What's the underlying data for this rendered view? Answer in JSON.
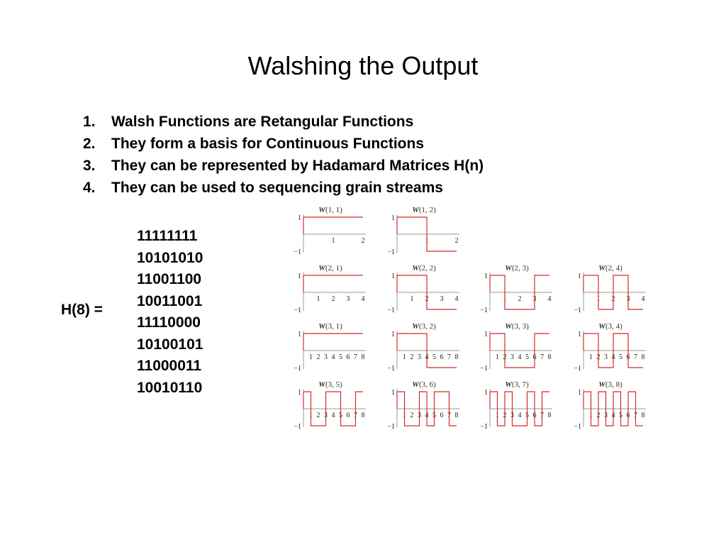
{
  "slide": {
    "title": "Walshing the Output",
    "points": [
      {
        "num": "1.",
        "text": "Walsh Functions are Retangular Functions"
      },
      {
        "num": "2.",
        "text": "They form a basis for Continuous Functions"
      },
      {
        "num": "3.",
        "text": "They can be represented by Hadamard Matrices  H(n)"
      },
      {
        "num": "4.",
        "text": "They can be used  to sequencing  grain streams"
      }
    ],
    "matrix_label": "H(8) =",
    "matrix_rows": [
      "11111111",
      "10101010",
      "11001100",
      "10011001",
      "11110000",
      "10100101",
      "11000011",
      "10010110"
    ]
  },
  "chart_data": {
    "type": "line",
    "colors": {
      "wave": "#d22b2b",
      "axis": "#9a9a9a"
    },
    "ylim": [
      -1,
      1
    ],
    "y_tick_labels": [
      "1",
      "−1"
    ],
    "plots": [
      {
        "row": 0,
        "col": 0,
        "title": "(1, 1)",
        "xmax": 2,
        "x_ticks": [
          "1",
          "2"
        ],
        "values": [
          1,
          1
        ]
      },
      {
        "row": 0,
        "col": 1,
        "title": "(1, 2)",
        "xmax": 2,
        "x_ticks": [
          "1",
          "2"
        ],
        "values": [
          1,
          -1
        ]
      },
      {
        "row": 1,
        "col": 0,
        "title": "(2, 1)",
        "xmax": 4,
        "x_ticks": [
          "1",
          "2",
          "3",
          "4"
        ],
        "values": [
          1,
          1,
          1,
          1
        ]
      },
      {
        "row": 1,
        "col": 1,
        "title": "(2, 2)",
        "xmax": 4,
        "x_ticks": [
          "1",
          "2",
          "3",
          "4"
        ],
        "values": [
          1,
          1,
          -1,
          -1
        ]
      },
      {
        "row": 1,
        "col": 2,
        "title": "(2, 3)",
        "xmax": 4,
        "x_ticks": [
          "1",
          "2",
          "3",
          "4"
        ],
        "values": [
          1,
          -1,
          -1,
          1
        ]
      },
      {
        "row": 1,
        "col": 3,
        "title": "(2, 4)",
        "xmax": 4,
        "x_ticks": [
          "1",
          "2",
          "3",
          "4"
        ],
        "values": [
          1,
          -1,
          1,
          -1
        ]
      },
      {
        "row": 2,
        "col": 0,
        "title": "(3, 1)",
        "xmax": 8,
        "x_ticks": [
          "1",
          "2",
          "3",
          "4",
          "5",
          "6",
          "7",
          "8"
        ],
        "values": [
          1,
          1,
          1,
          1,
          1,
          1,
          1,
          1
        ]
      },
      {
        "row": 2,
        "col": 1,
        "title": "(3, 2)",
        "xmax": 8,
        "x_ticks": [
          "1",
          "2",
          "3",
          "4",
          "5",
          "6",
          "7",
          "8"
        ],
        "values": [
          1,
          1,
          1,
          1,
          -1,
          -1,
          -1,
          -1
        ]
      },
      {
        "row": 2,
        "col": 2,
        "title": "(3, 3)",
        "xmax": 8,
        "x_ticks": [
          "1",
          "2",
          "3",
          "4",
          "5",
          "6",
          "7",
          "8"
        ],
        "values": [
          1,
          1,
          -1,
          -1,
          -1,
          -1,
          1,
          1
        ]
      },
      {
        "row": 2,
        "col": 3,
        "title": "(3, 4)",
        "xmax": 8,
        "x_ticks": [
          "1",
          "2",
          "3",
          "4",
          "5",
          "6",
          "7",
          "8"
        ],
        "values": [
          1,
          1,
          -1,
          -1,
          1,
          1,
          -1,
          -1
        ]
      },
      {
        "row": 3,
        "col": 0,
        "title": "(3, 5)",
        "xmax": 8,
        "x_ticks": [
          "1",
          "2",
          "3",
          "4",
          "5",
          "6",
          "7",
          "8"
        ],
        "values": [
          1,
          -1,
          -1,
          1,
          1,
          -1,
          -1,
          1
        ]
      },
      {
        "row": 3,
        "col": 1,
        "title": "(3, 6)",
        "xmax": 8,
        "x_ticks": [
          "1",
          "2",
          "3",
          "4",
          "5",
          "6",
          "7",
          "8"
        ],
        "values": [
          1,
          -1,
          -1,
          1,
          -1,
          1,
          1,
          -1
        ]
      },
      {
        "row": 3,
        "col": 2,
        "title": "(3, 7)",
        "xmax": 8,
        "x_ticks": [
          "1",
          "2",
          "3",
          "4",
          "5",
          "6",
          "7",
          "8"
        ],
        "values": [
          1,
          -1,
          1,
          -1,
          -1,
          1,
          -1,
          1
        ]
      },
      {
        "row": 3,
        "col": 3,
        "title": "(3, 8)",
        "xmax": 8,
        "x_ticks": [
          "1",
          "2",
          "3",
          "4",
          "5",
          "6",
          "7",
          "8"
        ],
        "values": [
          1,
          -1,
          1,
          -1,
          1,
          -1,
          1,
          -1
        ]
      }
    ]
  }
}
